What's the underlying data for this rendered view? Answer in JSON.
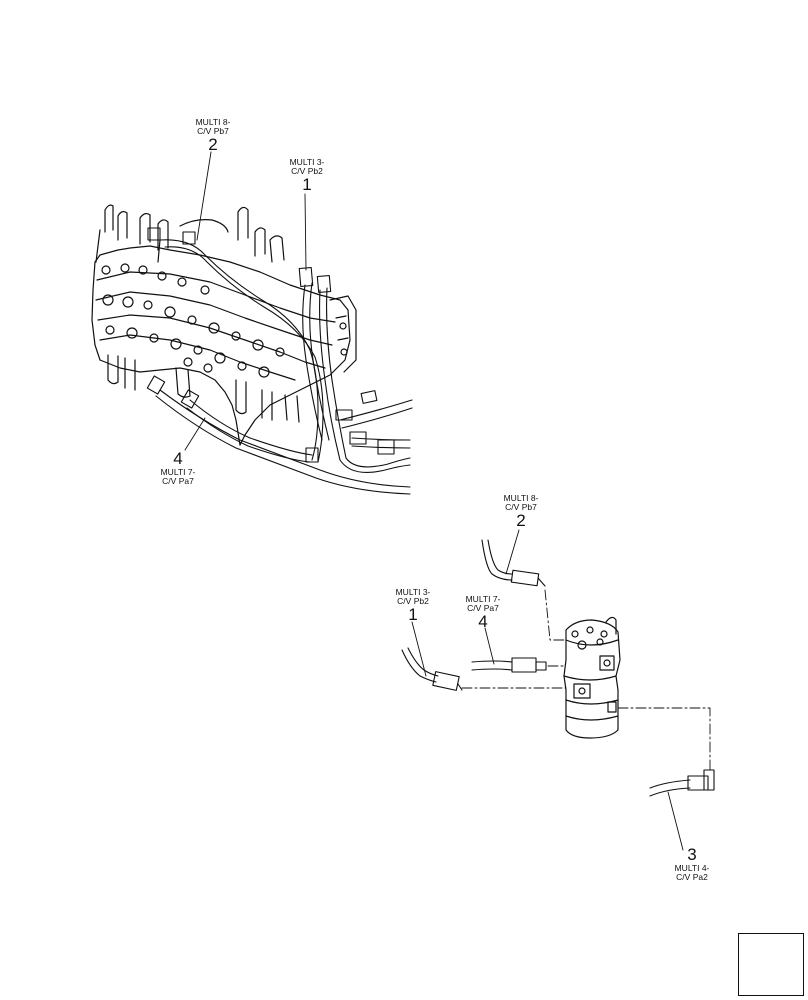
{
  "callouts": [
    {
      "id": "c2-top",
      "line1": "MULTI 8-",
      "line2": "C/V Pb7",
      "number": "2"
    },
    {
      "id": "c1-top",
      "line1": "MULTI 3-",
      "line2": "C/V Pb2",
      "number": "1"
    },
    {
      "id": "c4-top",
      "number": "4",
      "line1": "MULTI 7-",
      "line2": "C/V Pa7"
    },
    {
      "id": "c2-bottom",
      "line1": "MULTI 8-",
      "line2": "C/V Pb7",
      "number": "2"
    },
    {
      "id": "c1-bottom",
      "line1": "MULTI 3-",
      "line2": "C/V Pb2",
      "number": "1"
    },
    {
      "id": "c4-bottom",
      "line1": "MULTI 7-",
      "line2": "C/V Pa7",
      "number": "4"
    },
    {
      "id": "c3-bottom",
      "number": "3",
      "line1": "MULTI 4-",
      "line2": "C/V Pa2"
    }
  ],
  "icons": {
    "valve": "control-valve-assembly",
    "swivel": "swivel-joint",
    "nav": "next-page-arrow-icon"
  }
}
